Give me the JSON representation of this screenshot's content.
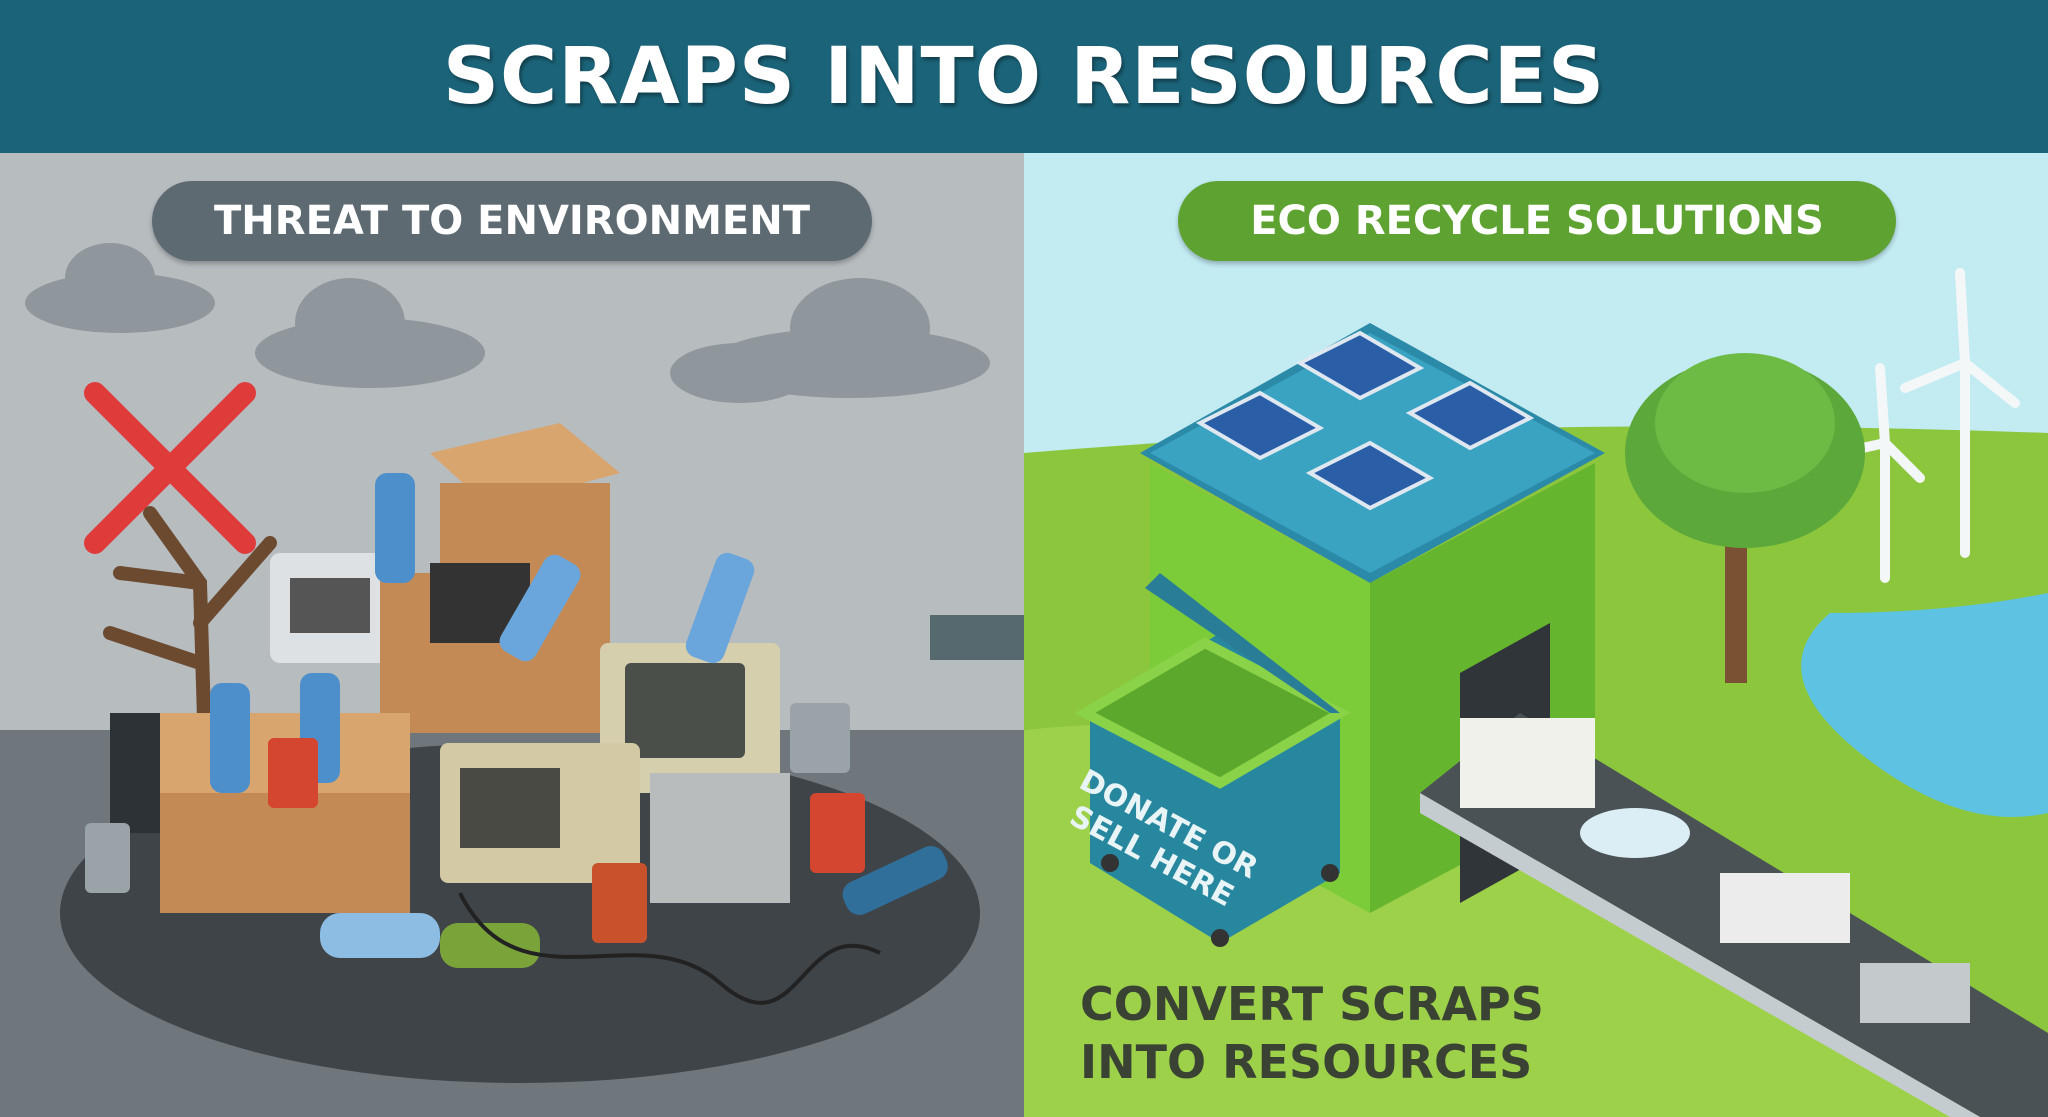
{
  "header": {
    "title": "SCRAPS INTO RESOURCES"
  },
  "left_panel": {
    "label": "THREAT TO ENVIRONMENT"
  },
  "right_panel": {
    "label": "ECO RECYCLE SOLUTIONS",
    "bin_text_line1": "DONATE OR",
    "bin_text_line2": "SELL HERE",
    "caption_line1": "CONVERT SCRAPS",
    "caption_line2": "INTO RESOURCES"
  },
  "colors": {
    "header": "#1b6378",
    "threat_pill": "#5e6a72",
    "eco_pill": "#5ea332",
    "grass": "#9ed14a"
  }
}
